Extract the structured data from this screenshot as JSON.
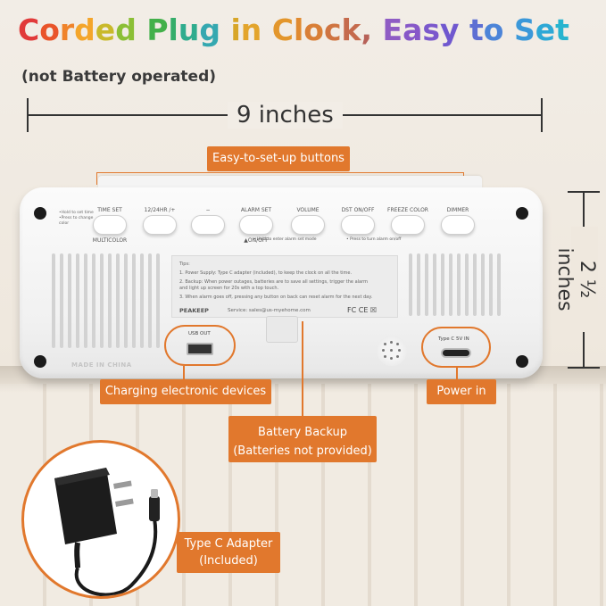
{
  "title": {
    "text": "Corded Plug in Clock, Easy to Set",
    "letters": [
      {
        "ch": "C",
        "color": "#e13a3a"
      },
      {
        "ch": "o",
        "color": "#e9542a"
      },
      {
        "ch": "r",
        "color": "#f0832a"
      },
      {
        "ch": "d",
        "color": "#f4a52a"
      },
      {
        "ch": "e",
        "color": "#c9b92a"
      },
      {
        "ch": "d",
        "color": "#8bbf35"
      },
      {
        "ch": " ",
        "color": "#000000"
      },
      {
        "ch": "P",
        "color": "#43b04a"
      },
      {
        "ch": "l",
        "color": "#35ad6a"
      },
      {
        "ch": "u",
        "color": "#2fac8e"
      },
      {
        "ch": "g",
        "color": "#35a8b0"
      },
      {
        "ch": " ",
        "color": "#000000"
      },
      {
        "ch": "i",
        "color": "#d8a629"
      },
      {
        "ch": "n",
        "color": "#e3a42c"
      },
      {
        "ch": " ",
        "color": "#000000"
      },
      {
        "ch": "C",
        "color": "#e3962c"
      },
      {
        "ch": "l",
        "color": "#e08a30"
      },
      {
        "ch": "o",
        "color": "#d97f37"
      },
      {
        "ch": "c",
        "color": "#cf7441"
      },
      {
        "ch": "k",
        "color": "#c56a4c"
      },
      {
        "ch": ",",
        "color": "#b76158"
      },
      {
        "ch": " ",
        "color": "#000000"
      },
      {
        "ch": "E",
        "color": "#8f5cc4"
      },
      {
        "ch": "a",
        "color": "#8758c8"
      },
      {
        "ch": "s",
        "color": "#7b58cc"
      },
      {
        "ch": "y",
        "color": "#7058cf"
      },
      {
        "ch": " ",
        "color": "#000000"
      },
      {
        "ch": "t",
        "color": "#5e6fd3"
      },
      {
        "ch": "o",
        "color": "#4c84d8"
      },
      {
        "ch": " ",
        "color": "#000000"
      },
      {
        "ch": "S",
        "color": "#3b98d9"
      },
      {
        "ch": "e",
        "color": "#2ea8d6"
      },
      {
        "ch": "t",
        "color": "#27b4cf"
      }
    ]
  },
  "subtitle": "(not Battery operated)",
  "dimensions": {
    "width": "9 inches",
    "height": "2 ½ inches"
  },
  "labels": {
    "buttons": "Easy-to-set-up buttons",
    "charging": "Charging electronic devices",
    "power": "Power in",
    "battery_line1": "Battery Backup",
    "battery_line2": "(Batteries not provided)",
    "adapter_line1": "Type C Adapter",
    "adapter_line2": "(Included)"
  },
  "clock": {
    "buttons": [
      {
        "label": "TIME SET",
        "sublabel": "MULTICOLOR"
      },
      {
        "label": "12/24HR /+",
        "sublabel": ""
      },
      {
        "label": "−",
        "sublabel": ""
      },
      {
        "label": "ALARM SET",
        "sublabel": "▲ON/OFF"
      },
      {
        "label": "VOLUME",
        "sublabel": ""
      },
      {
        "label": "DST ON/OFF",
        "sublabel": ""
      },
      {
        "label": "FREEZE COLOR",
        "sublabel": ""
      },
      {
        "label": "DIMMER",
        "sublabel": ""
      }
    ],
    "hint_left": [
      "•Hold to set time",
      "•Press to change",
      " color"
    ],
    "hint_alarm": "• Hold to enter alarm set mode",
    "hint_alarm2": "• Press to turn alarm on/off",
    "tips_title": "Tips:",
    "tips": [
      "1. Power Supply: Type C adapter (included), to keep the clock on all the time.",
      "2. Backup: When power outages, batteries are to save all settings, trigger the alarm",
      "    and light up screen for 20s with a top touch.",
      "3. When alarm goes off, pressing any button on back can reset alarm for the next day."
    ],
    "brand": "PEAKEEP",
    "service": "Service: sales@us-myehome.com",
    "marks": "FC CE ☒",
    "usb_label": "USB OUT",
    "typec_label": "Type C 5V IN",
    "made_in": "MADE IN CHINA"
  },
  "colors": {
    "accent": "#e1782d",
    "screw": "#1b1b1b"
  }
}
